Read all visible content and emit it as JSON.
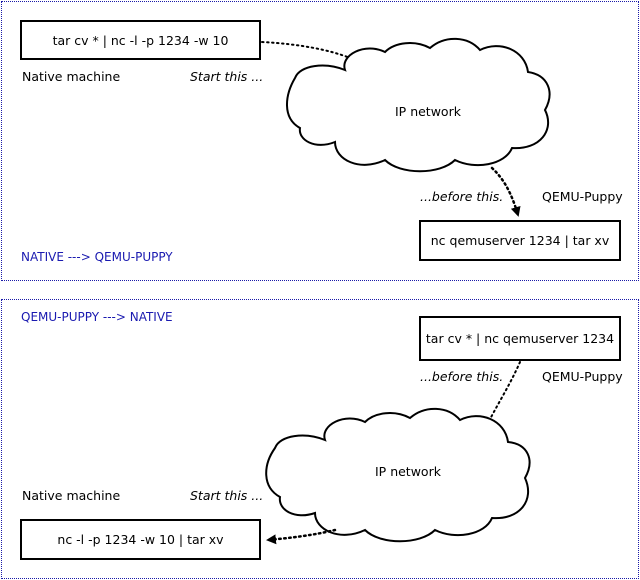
{
  "panels": [
    {
      "title": "NATIVE ---> QEMU-PUPPY",
      "native_command": "tar cv * | nc -l -p 1234 -w 10",
      "native_label": "Native machine",
      "native_note": "Start this ...",
      "cloud_label": "IP network",
      "qemu_note": "...before this.",
      "qemu_label": "QEMU-Puppy",
      "qemu_command": "nc qemuserver 1234 | tar xv"
    },
    {
      "title": "QEMU-PUPPY ---> NATIVE",
      "qemu_command": "tar cv * | nc qemuserver 1234",
      "qemu_note": "...before this.",
      "qemu_label": "QEMU-Puppy",
      "cloud_label": "IP network",
      "native_label": "Native machine",
      "native_note": "Start this ...",
      "native_command": "nc -l -p 1234 -w 10 | tar xv"
    }
  ],
  "colors": {
    "panel_border": "#1a1aa8",
    "title_text": "#1a1ab0",
    "box_border": "#000000"
  }
}
